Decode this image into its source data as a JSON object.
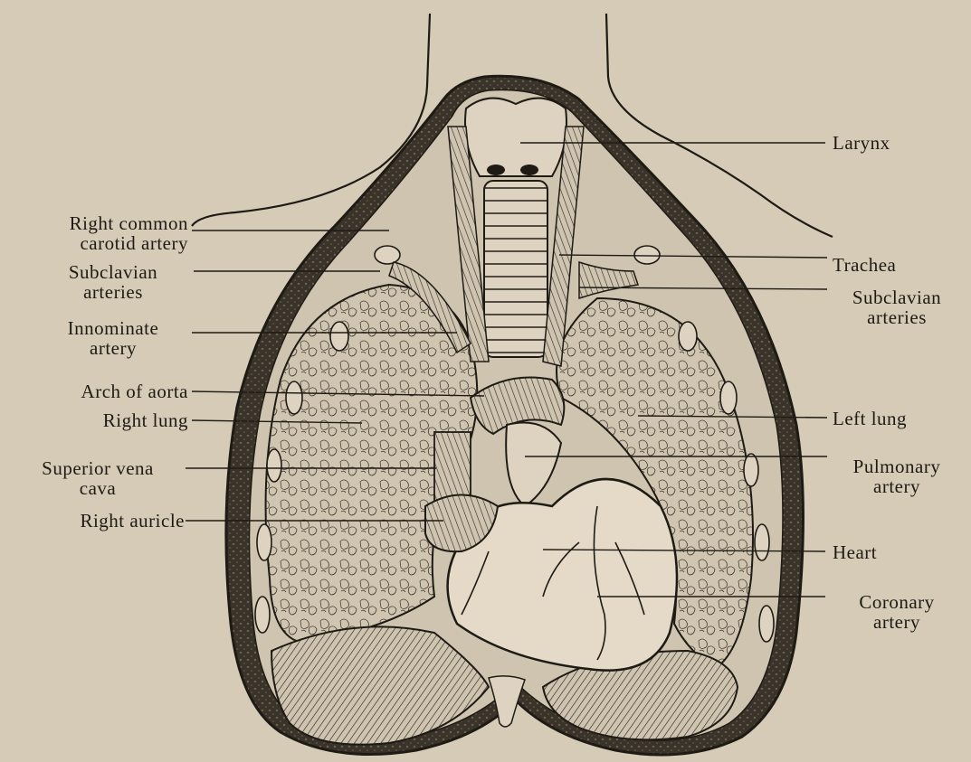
{
  "labels_left": {
    "right_common_carotid": "Right common\ncarotid artery",
    "subclavian_left_side": "Subclavian\narteries",
    "innominate": "Innominate\nartery",
    "arch_of_aorta": "Arch of aorta",
    "right_lung": "Right lung",
    "superior_vena_cava": "Superior vena\ncava",
    "right_auricle": "Right auricle"
  },
  "labels_right": {
    "larynx": "Larynx",
    "trachea": "Trachea",
    "subclavian_right_side": "Subclavian\narteries",
    "left_lung": "Left lung",
    "pulmonary_artery": "Pulmonary\nartery",
    "heart": "Heart",
    "coronary_artery": "Coronary\nartery"
  },
  "colors": {
    "paper": "#d6cbb7",
    "ink": "#1e1a14",
    "lung_fill": "#c9bea9",
    "dark_fill": "#2d2720",
    "muscle_fill": "#9e9380"
  }
}
